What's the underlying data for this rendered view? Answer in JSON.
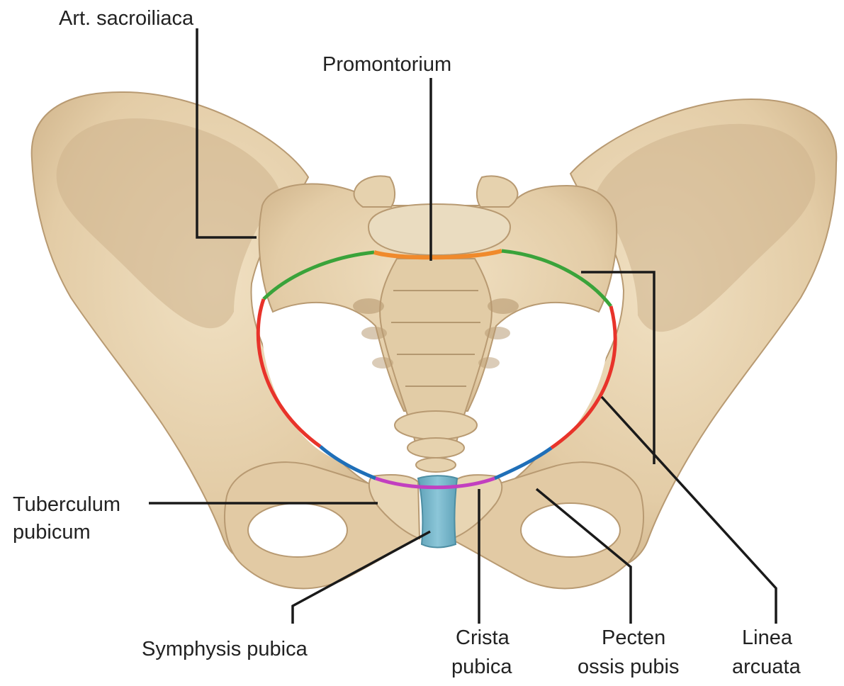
{
  "labels": {
    "art_sacroiliaca": "Art. sacroiliaca",
    "promontorium": "Promontorium",
    "tuberculum_pubicum_line1": "Tuberculum",
    "tuberculum_pubicum_line2": "pubicum",
    "symphysis_pubica": "Symphysis pubica",
    "crista_pubica_line1": "Crista",
    "crista_pubica_line2": "pubica",
    "pecten_line1": "Pecten",
    "pecten_line2": "ossis pubis",
    "linea_arcuata_line1": "Linea",
    "linea_arcuata_line2": "arcuata"
  },
  "colors": {
    "bone": "#e8d5b3",
    "bone_shadow": "#cdb38c",
    "promontorium_segment": "#f08a2c",
    "ala_sacralis_segment": "#3aa33a",
    "linea_arcuata_segment": "#e8332a",
    "pecten_segment": "#1f6fb8",
    "crista_segment": "#c23fc0",
    "symphysis": "#7ab8cc",
    "leader_lines": "#1a1a1a"
  }
}
